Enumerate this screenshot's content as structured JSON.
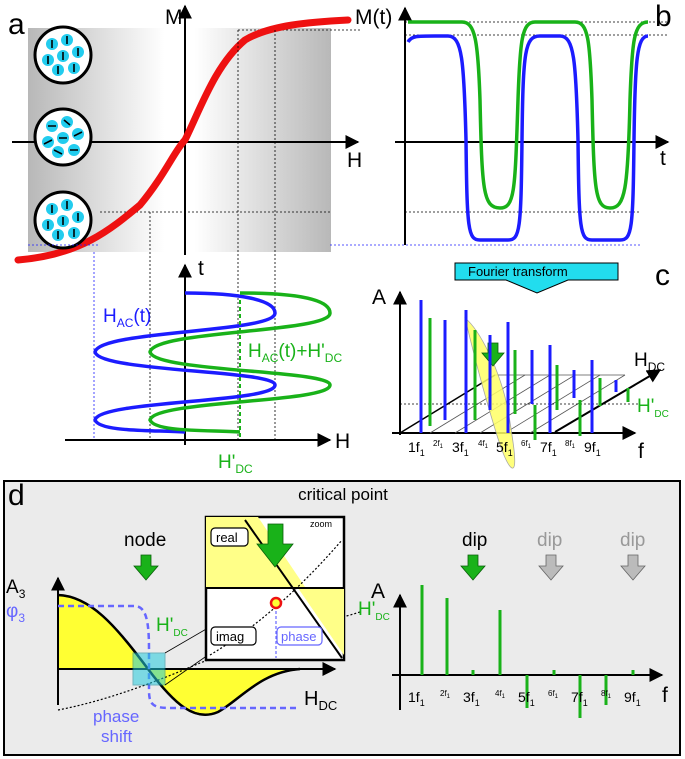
{
  "panels": {
    "a": {
      "letter": "a",
      "y_axis": "M",
      "x_axis": "H"
    },
    "b": {
      "letter": "b",
      "y_axis": "M(t)",
      "x_axis": "t"
    },
    "a_bottom": {
      "t_axis": "t",
      "h_axis": "H",
      "hac_base": "H",
      "hac_sub": "AC",
      "hac_tail": "(t)",
      "sum_base": "H",
      "sum_sub": "AC",
      "sum_mid": "(t)+H'",
      "sum_sub2": "DC",
      "hdc_base": "H'",
      "hdc_sub": "DC"
    },
    "c": {
      "letter": "c",
      "fourier_label": "Fourier transform",
      "a_axis": "A",
      "f_axis": "f",
      "hdc_base": "H",
      "hdc_sub": "DC",
      "hdcp_base": "H'",
      "hdcp_sub": "DC",
      "harmonics": [
        "1f",
        "2f",
        "3f",
        "4f",
        "5f",
        "6f",
        "7f",
        "8f",
        "9f"
      ],
      "harmonic_sub": "1"
    },
    "d": {
      "letter": "d",
      "title": "critical point",
      "node_label": "node",
      "zoom_label": "zoom",
      "real_label": "real",
      "imag_label": "imag",
      "phase_label": "phase",
      "a3_base": "A",
      "a3_sub": "3",
      "phi3_base": "φ",
      "phi3_sub": "3",
      "hdcp_base": "H'",
      "hdcp_sub": "DC",
      "hdc_axis_base": "H",
      "hdc_axis_sub": "DC",
      "phase_shift_1": "phase",
      "phase_shift_2": "shift",
      "dip_labels": [
        "dip",
        "dip",
        "dip"
      ],
      "spectrum_a_axis": "A",
      "spectrum_hdcp_base": "H'",
      "spectrum_hdcp_sub": "DC",
      "spectrum_f_axis": "f",
      "harmonics": [
        "1f",
        "2f",
        "3f",
        "4f",
        "5f",
        "6f",
        "7f",
        "8f",
        "9f"
      ],
      "harmonic_sub": "1"
    }
  },
  "colors": {
    "red": "#ee1111",
    "blue": "#1c1cff",
    "green": "#19b219",
    "yellow": "#ffff33",
    "cyan": "#22ccee",
    "gray_panel": "#ebebeb"
  }
}
